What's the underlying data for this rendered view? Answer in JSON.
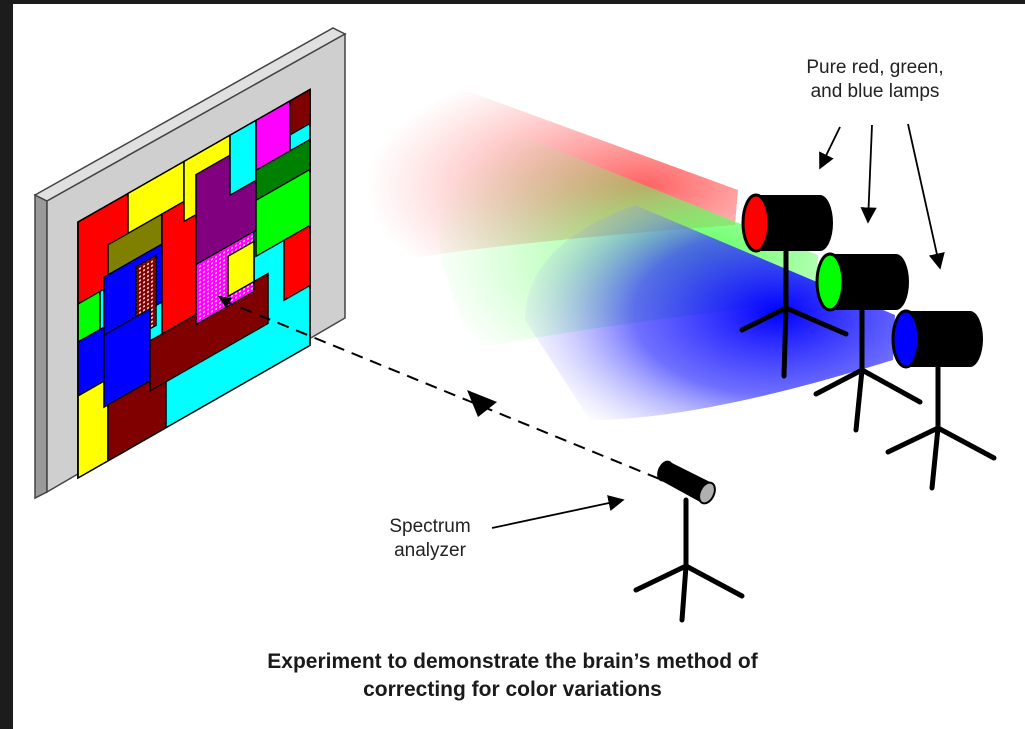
{
  "labels": {
    "lamps_line1": "Pure red, green,",
    "lamps_line2": "and blue lamps",
    "analyzer_line1": "Spectrum",
    "analyzer_line2": "analyzer"
  },
  "caption": {
    "line1": "Experiment to demonstrate the brain’s method of",
    "line2": "correcting for color variations"
  },
  "colors": {
    "red": "#ff0000",
    "green": "#00ff00",
    "blue": "#0000ff",
    "yellow": "#ffff00",
    "cyan": "#00ffff",
    "magenta": "#ff00ff",
    "purple": "#800080",
    "olive": "#808000",
    "dark_red": "#800000",
    "dark_green": "#008000",
    "navy": "#000080",
    "pink": "#ff66cc",
    "frame_gray": "#c8c8c8"
  },
  "lamps": [
    {
      "name": "red-lamp",
      "color": "red"
    },
    {
      "name": "green-lamp",
      "color": "green"
    },
    {
      "name": "blue-lamp",
      "color": "blue"
    }
  ]
}
